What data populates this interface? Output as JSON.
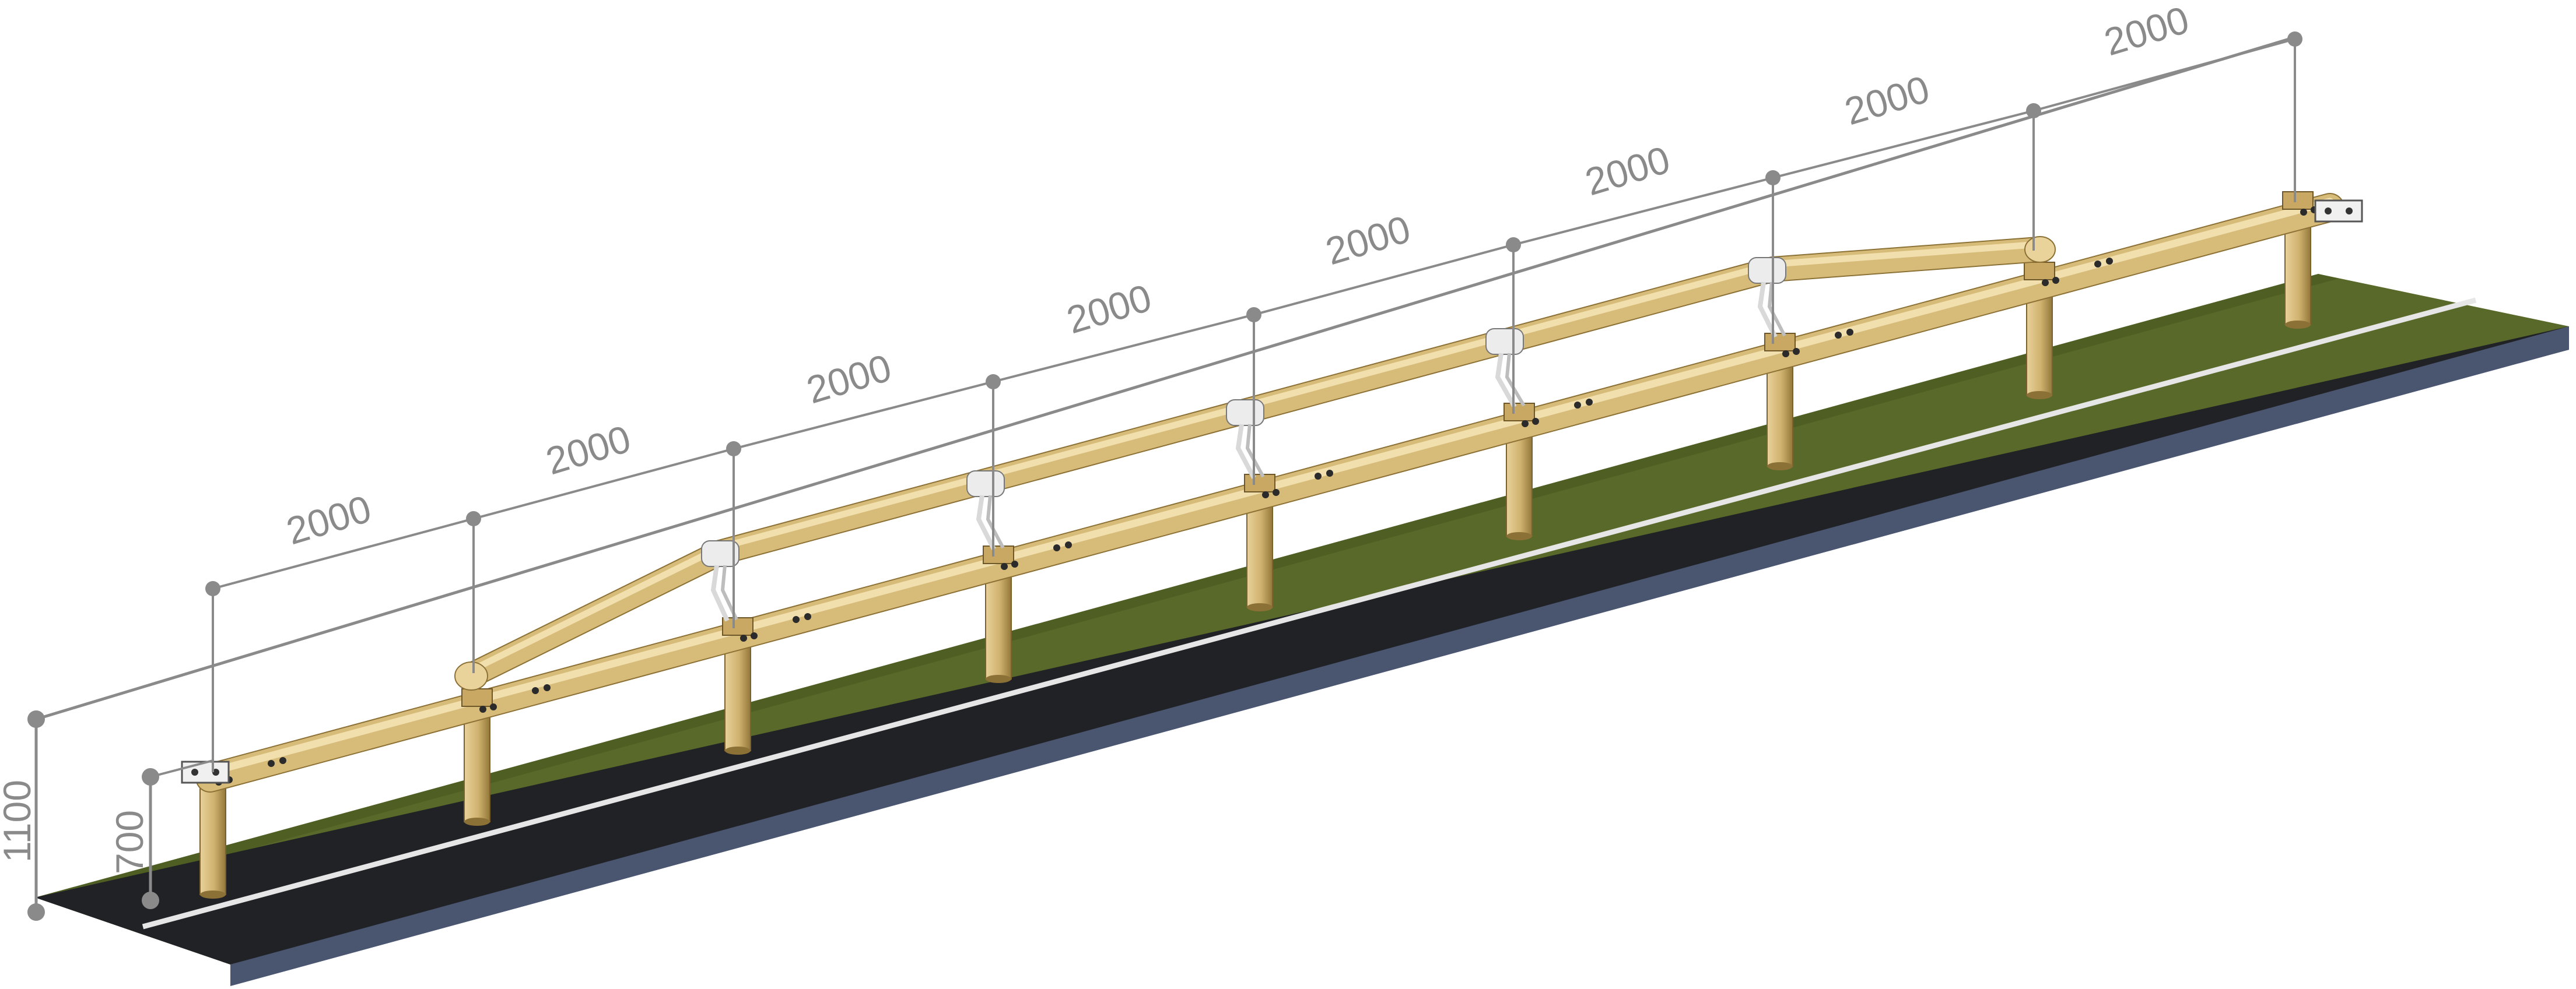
{
  "dimensions": {
    "spacing_labels": [
      "2000",
      "2000",
      "2000",
      "2000",
      "2000",
      "2000",
      "2000",
      "2000"
    ],
    "height_labels": [
      "1100",
      "700"
    ]
  },
  "colors": {
    "dimension": "#8a8a8a",
    "timber_light": "#e9d39a",
    "timber_mid": "#c9a965",
    "timber_dark": "#8c7136",
    "grass": "#5a6b2a",
    "grass_dark": "#3d4a1c",
    "asphalt": "#202226",
    "asphalt_edge": "#4a5570",
    "lane_line": "#e6e6e6",
    "bracket": "#e8e8e8"
  }
}
